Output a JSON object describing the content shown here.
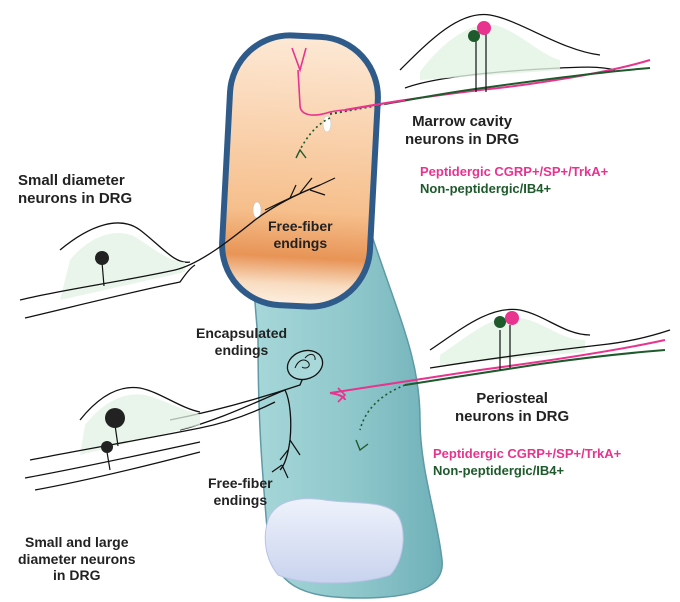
{
  "labels": {
    "marrow_cavity": [
      "Marrow cavity",
      "neurons in DRG"
    ],
    "small_diameter": [
      "Small diameter",
      "neurons in DRG"
    ],
    "free_fiber_top": [
      "Free-fiber",
      "endings"
    ],
    "encapsulated": [
      "Encapsulated",
      "endings"
    ],
    "periosteal": [
      "Periosteal",
      "neurons in DRG"
    ],
    "free_fiber_bottom": [
      "Free-fiber",
      "endings"
    ],
    "small_large": [
      "Small and large",
      "diameter neurons",
      "in DRG"
    ]
  },
  "legend_top": {
    "peptidergic": "Peptidergic CGRP+/SP+/TrkA+",
    "non_peptidergic": "Non-peptidergic/IB4+"
  },
  "legend_bottom": {
    "peptidergic": "Peptidergic CGRP+/SP+/TrkA+",
    "non_peptidergic": "Non-peptidergic/IB4+"
  },
  "colors": {
    "peptidergic": "#e8338f",
    "non_peptidergic": "#1e5a2c",
    "bone": "#8ec7cb",
    "bone_edge": "#2f5b8a",
    "marrow": "#f4b27d",
    "ganglion": "#e4f3e6"
  }
}
